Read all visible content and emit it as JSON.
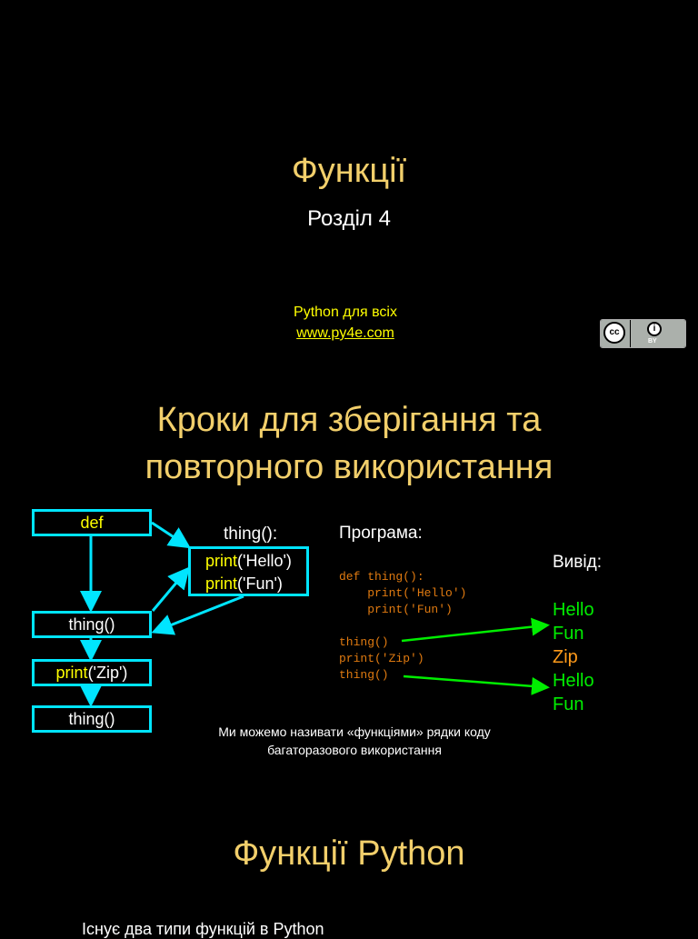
{
  "slide1": {
    "title": "Функції",
    "subtitle": "Розділ 4",
    "book": "Python для всіх",
    "site": "www.py4e.com",
    "license": {
      "cc": "cc",
      "by": "BY"
    }
  },
  "slide2": {
    "title_line1": "Кроки для зберігання та",
    "title_line2": "повторного використання",
    "flow": {
      "def": "def",
      "call1": "thing()",
      "zip_kw": "print",
      "zip_arg": "('Zip')",
      "call2": "thing()",
      "func_label": "thing():",
      "body_line1_kw": "print",
      "body_line1_arg": "('Hello')",
      "body_line2_kw": "print",
      "body_line2_arg": "('Fun')"
    },
    "program_label": "Програма:",
    "output_label": "Вивід:",
    "code": [
      "def thing():",
      "    print('Hello')",
      "    print('Fun')",
      "thing()",
      "print('Zip')",
      "thing()"
    ],
    "output": [
      "Hello",
      "Fun",
      "Zip",
      "Hello",
      "Fun"
    ],
    "colors": {
      "box": "#00e5ff",
      "arrow_green": "#00ee00",
      "title": "#f2cf6b"
    },
    "caption_line1": "Ми можемо називати «функціями» рядки коду",
    "caption_line2": "багаторазового використання"
  },
  "slide3": {
    "title": "Функції Python",
    "intro": "Існує два типи функцій в Python"
  }
}
